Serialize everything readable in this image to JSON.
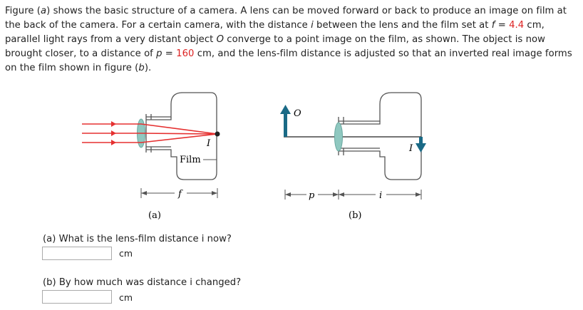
{
  "problem": {
    "t1": "Figure (",
    "a": "a",
    "t2": ") shows the basic structure of a camera. A lens can be moved forward or back to produce an image on film at the back of the camera. For a certain camera, with the distance ",
    "i": "i",
    "t3": " between the lens and the film set at ",
    "f": "f",
    "eq": " = ",
    "fval": "4.4",
    "t4": " cm, parallel light rays from a very distant object ",
    "O": "O",
    "t5": " converge to a point image on the film, as shown. The object is now brought closer, to a distance of ",
    "p": "p",
    "pval": "160",
    "t6": " cm, and the lens-film distance is adjusted so that an inverted real image forms on the film shown in figure (",
    "b": "b",
    "t7": ")."
  },
  "figure": {
    "I_a": "I",
    "film": "Film",
    "f": "f",
    "cap_a": "(a)",
    "O": "O",
    "I_b": "I",
    "p": "p",
    "i": "i",
    "cap_b": "(b)"
  },
  "questions": {
    "a_text": "(a) What is the lens-film distance i now?",
    "a_unit": "cm",
    "b_text": "(b) By how much was distance i changed?",
    "b_unit": "cm"
  },
  "colors": {
    "highlight": "#dd2222",
    "rays": "#e53030",
    "lens": "#8fc8c0",
    "arrow": "#1a6a86"
  }
}
